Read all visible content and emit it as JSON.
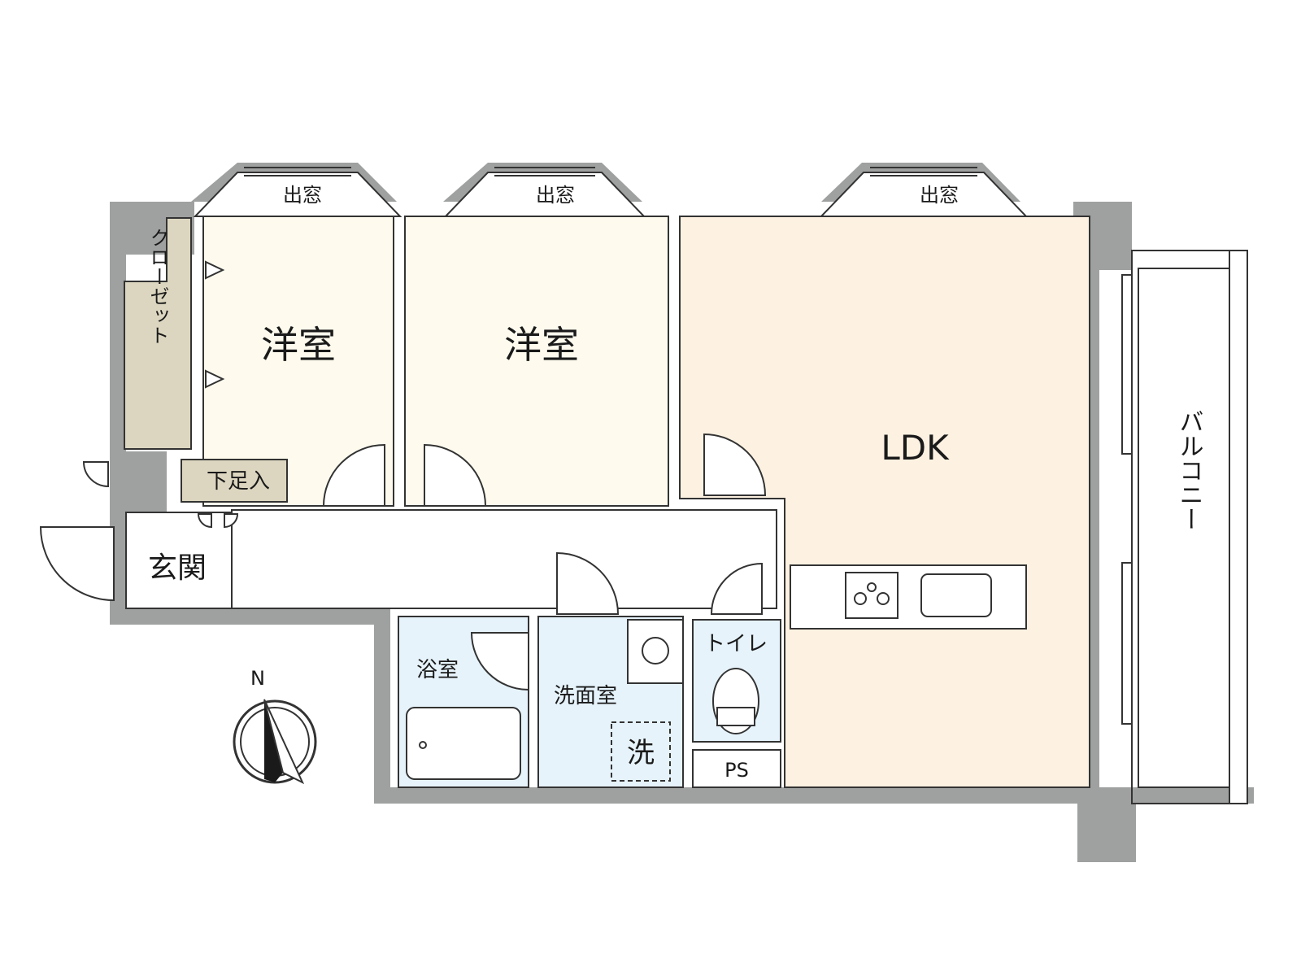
{
  "floor_plan": {
    "bay_window_label": "出窓",
    "rooms": {
      "western_room_1": "洋室",
      "western_room_2": "洋室",
      "ldk": "LDK",
      "closet": "クローゼット",
      "shoe_storage": "下足入",
      "entrance": "玄関",
      "bathroom": "浴室",
      "washroom": "洗面室",
      "laundry": "洗",
      "toilet": "トイレ",
      "pipe_space": "PS",
      "balcony": "バルコニー"
    },
    "compass": {
      "north_label": "N",
      "icon": "compass-north-icon"
    },
    "colors": {
      "wall": "#9fa0a0",
      "western_room": "#fefbee",
      "ldk": "#fdf1e1",
      "closet": "#dcd6c0",
      "wet_area": "#e6f3fb",
      "corridor": "#ffffff"
    }
  }
}
